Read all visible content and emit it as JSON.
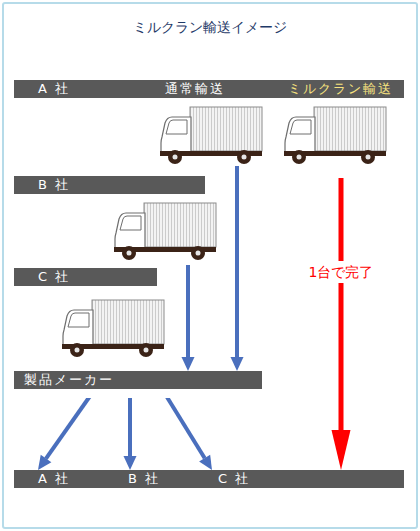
{
  "diagram": {
    "title": "ミルクラン輸送イメージ",
    "nodes": [
      {
        "text": [
          "A 社",
          "通常輸送",
          "ミルクラン輸送"
        ]
      },
      {
        "text": [
          "B 社"
        ]
      },
      {
        "text": [
          "C 社"
        ]
      },
      {
        "text": [
          "製品メーカー"
        ]
      },
      {
        "text": [
          "A 社",
          "B 社",
          "C 社"
        ]
      }
    ],
    "edges": [
      {
        "from": 0,
        "to": 3,
        "arrow": "to"
      },
      {
        "from": 1,
        "to": 3,
        "arrow": "to"
      },
      {
        "from": 0,
        "to": 4,
        "label": "1台で完了",
        "arrow": "to"
      },
      {
        "from": 3,
        "to": 4,
        "arrow": "to"
      },
      {
        "from": 3,
        "to": 4,
        "arrow": "to"
      },
      {
        "from": 3,
        "to": 4,
        "arrow": "to"
      }
    ]
  }
}
